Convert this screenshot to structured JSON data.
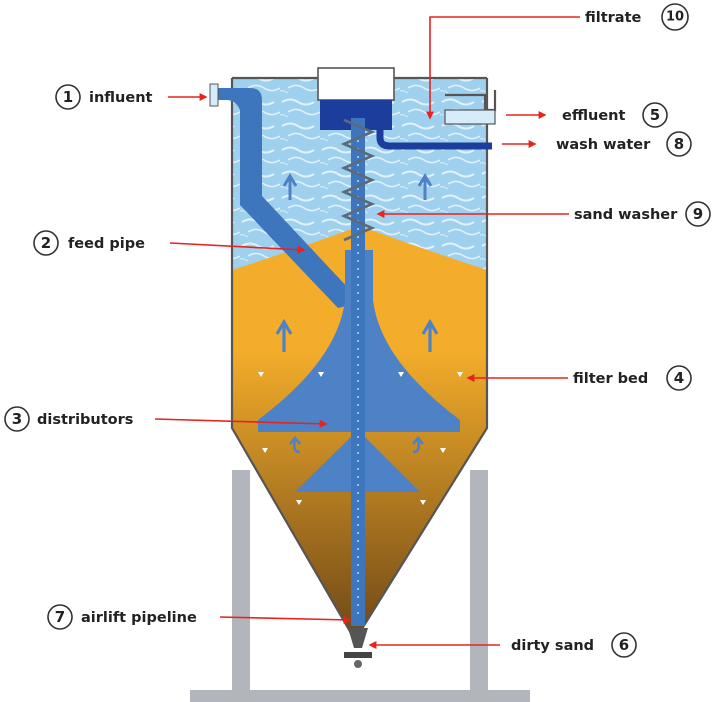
{
  "colors": {
    "water": "#9fd0ee",
    "water_light": "#d6ecf9",
    "sand": "#f3ad2a",
    "sand_dark": "#6f4818",
    "distributor": "#4d82c6",
    "pipe": "#3d76bd",
    "lid": "#1d3d9c",
    "arrow": "#e8231e",
    "legs": "#b2b6bc"
  },
  "labels": [
    {
      "id": "influent",
      "number": "1",
      "text": "influent"
    },
    {
      "id": "feed-pipe",
      "number": "2",
      "text": "feed pipe"
    },
    {
      "id": "distributors",
      "number": "3",
      "text": "distributors"
    },
    {
      "id": "filter-bed",
      "number": "4",
      "text": "filter bed"
    },
    {
      "id": "effluent",
      "number": "5",
      "text": "effluent"
    },
    {
      "id": "dirty-sand",
      "number": "6",
      "text": "dirty sand"
    },
    {
      "id": "airlift-pipeline",
      "number": "7",
      "text": "airlift pipeline"
    },
    {
      "id": "wash-water",
      "number": "8",
      "text": "wash water"
    },
    {
      "id": "sand-washer",
      "number": "9",
      "text": "sand washer"
    },
    {
      "id": "filtrate",
      "number": "10",
      "text": "filtrate"
    }
  ]
}
